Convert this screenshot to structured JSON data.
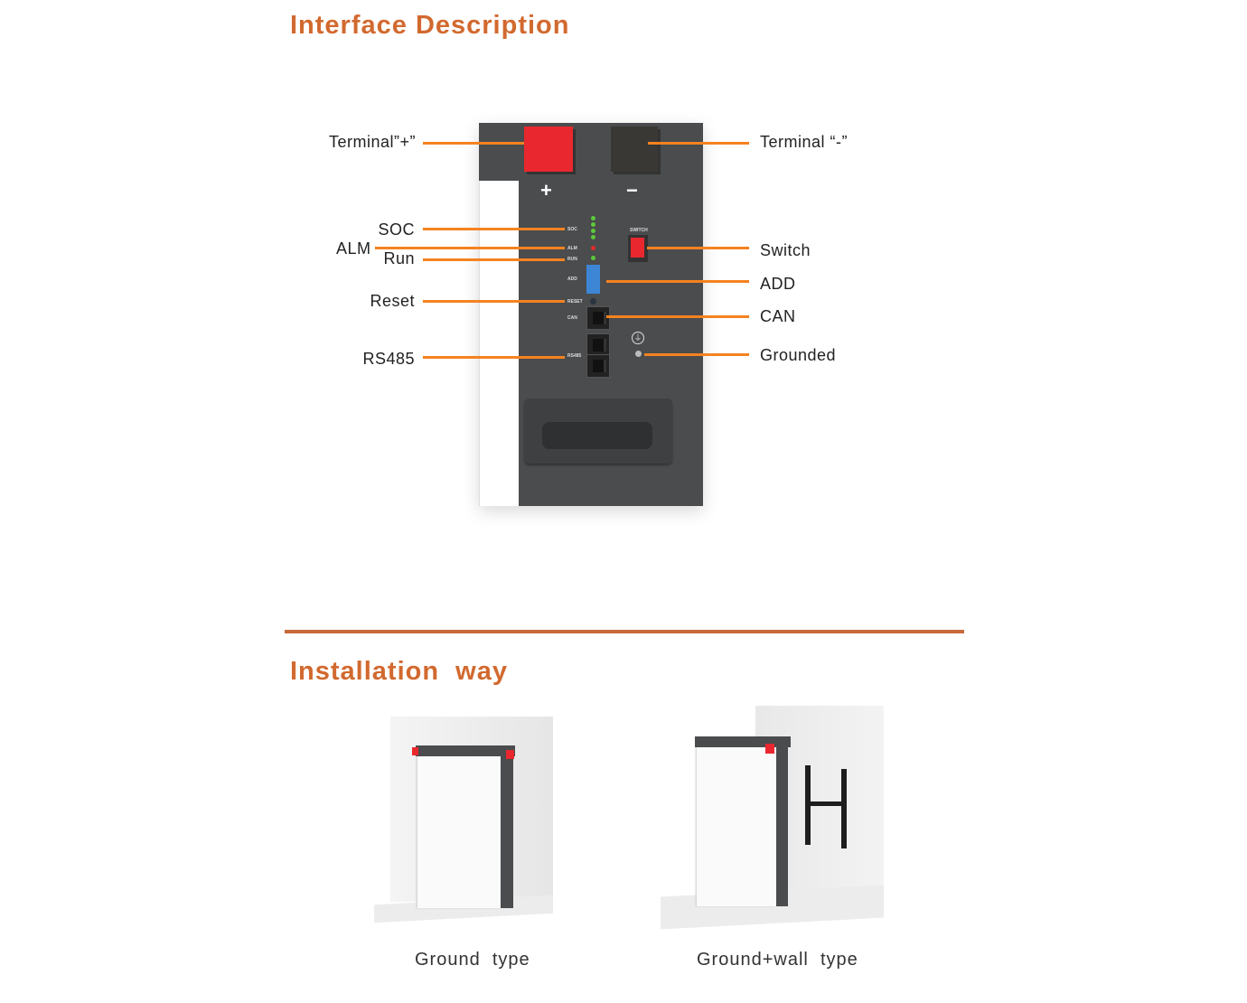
{
  "section1": {
    "title": "Interface Description"
  },
  "labels": {
    "terminal_plus": "Terminal”+”",
    "terminal_minus": "Terminal “-”",
    "soc": "SOC",
    "alm": "ALM",
    "run": "Run",
    "reset": "Reset",
    "rs485": "RS485",
    "switch": "Switch",
    "add": "ADD",
    "can": "CAN",
    "grounded": "Grounded"
  },
  "panel": {
    "plus": "+",
    "minus": "−",
    "soc": "SOC",
    "alm": "ALM",
    "run": "RUN",
    "add": "ADD",
    "reset": "RESET",
    "can": "CAN",
    "rs485": "RS485",
    "switch": "SWITCH"
  },
  "section2": {
    "title": "Installation  way"
  },
  "install": [
    {
      "caption": "Ground  type"
    },
    {
      "caption": "Ground+wall  type"
    }
  ],
  "colors": {
    "accent": "#d2692f",
    "leader": "#f58220",
    "device": "#4a4c4e",
    "terminal_pos": "#e8282e"
  }
}
